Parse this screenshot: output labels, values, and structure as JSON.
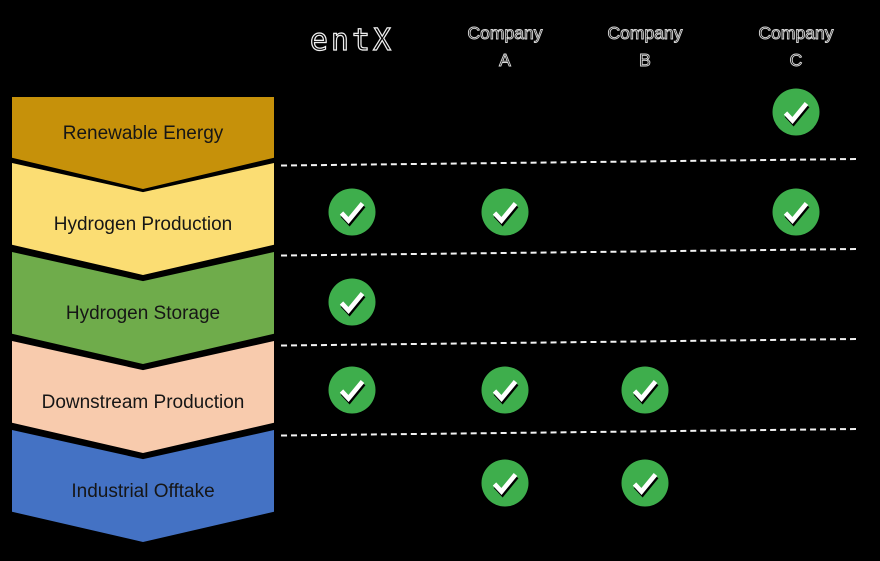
{
  "background_color": "#000000",
  "header": {
    "logo_text": "entX",
    "companies": [
      {
        "id": "company_a",
        "line1": "Company",
        "line2": "A"
      },
      {
        "id": "company_b",
        "line1": "Company",
        "line2": "B"
      },
      {
        "id": "company_c",
        "line1": "Company",
        "line2": "C"
      }
    ]
  },
  "value_chain": {
    "rows": [
      {
        "label": "Renewable Energy",
        "color": "#C6910A",
        "checks": [
          "company_c"
        ]
      },
      {
        "label": "Hydrogen Production",
        "color": "#FBDD73",
        "checks": [
          "entx",
          "company_a",
          "company_c"
        ]
      },
      {
        "label": "Hydrogen Storage",
        "color": "#6FAC4B",
        "checks": [
          "entx"
        ]
      },
      {
        "label": "Downstream Production",
        "color": "#F8CBAD",
        "checks": [
          "entx",
          "company_a",
          "company_b"
        ]
      },
      {
        "label": "Industrial Offtake",
        "color": "#4472C4",
        "checks": [
          "company_a",
          "company_b"
        ]
      }
    ]
  },
  "check_icon": {
    "name": "check-circle",
    "circle_color": "#3EAE4C",
    "check_color": "#FFFFFF",
    "shadow_color": "#000000"
  },
  "separator": {
    "style": "dashed",
    "color": "#FFFFFF"
  }
}
